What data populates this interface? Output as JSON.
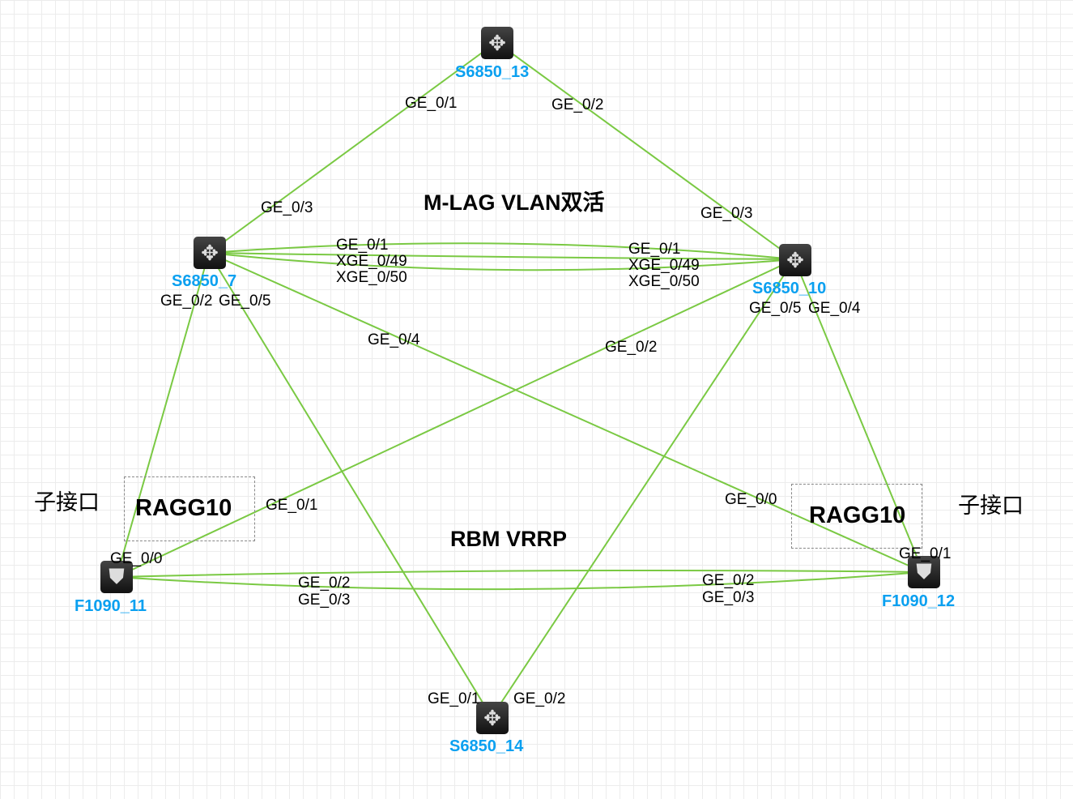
{
  "nodes": {
    "s13": {
      "label": "S6850_13",
      "icon": "switch-icon"
    },
    "s7": {
      "label": "S6850_7",
      "icon": "switch-icon"
    },
    "s10": {
      "label": "S6850_10",
      "icon": "switch-icon"
    },
    "s14": {
      "label": "S6850_14",
      "icon": "switch-icon"
    },
    "f11": {
      "label": "F1090_11",
      "icon": "firewall-icon"
    },
    "f12": {
      "label": "F1090_12",
      "icon": "firewall-icon"
    }
  },
  "titles": {
    "mlag": "M-LAG VLAN双活",
    "rbm": "RBM VRRP"
  },
  "groups": {
    "left": {
      "box": "RAGG10",
      "note": "子接口"
    },
    "right": {
      "box": "RAGG10",
      "note": "子接口"
    }
  },
  "ports": [
    "GE_0/1",
    "GE_0/2",
    "GE_0/3",
    "GE_0/3",
    "GE_0/1",
    "XGE_0/49",
    "XGE_0/50",
    "GE_0/1",
    "XGE_0/49",
    "XGE_0/50",
    "GE_0/2",
    "GE_0/5",
    "GE_0/5",
    "GE_0/4",
    "GE_0/4",
    "GE_0/2",
    "GE_0/1",
    "GE_0/0",
    "GE_0/0",
    "GE_0/1",
    "GE_0/2",
    "GE_0/3",
    "GE_0/2",
    "GE_0/3",
    "GE_0/1",
    "GE_0/2"
  ],
  "link_color": "#7ac943"
}
